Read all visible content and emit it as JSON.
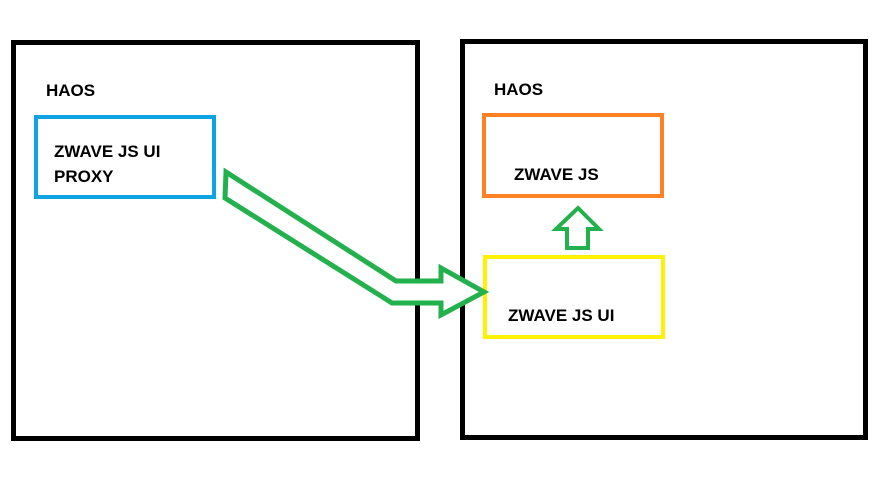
{
  "diagram": {
    "hosts": [
      {
        "id": "left",
        "label": "HAOS"
      },
      {
        "id": "right",
        "label": "HAOS"
      }
    ],
    "services": {
      "proxy": {
        "label": "ZWAVE JS UI PROXY",
        "color": "#0ea3e2"
      },
      "zwavejs": {
        "label": "ZWAVE JS",
        "color": "#fe8124"
      },
      "zwavejsui": {
        "label": "ZWAVE JS UI",
        "color": "#fef200"
      }
    },
    "connections": [
      {
        "from": "ZWAVE JS UI PROXY",
        "to": "ZWAVE JS UI",
        "style": "block-arrow",
        "color": "#22b14c"
      },
      {
        "from": "ZWAVE JS UI",
        "to": "ZWAVE JS",
        "style": "block-arrow",
        "color": "#22b14c"
      }
    ]
  }
}
